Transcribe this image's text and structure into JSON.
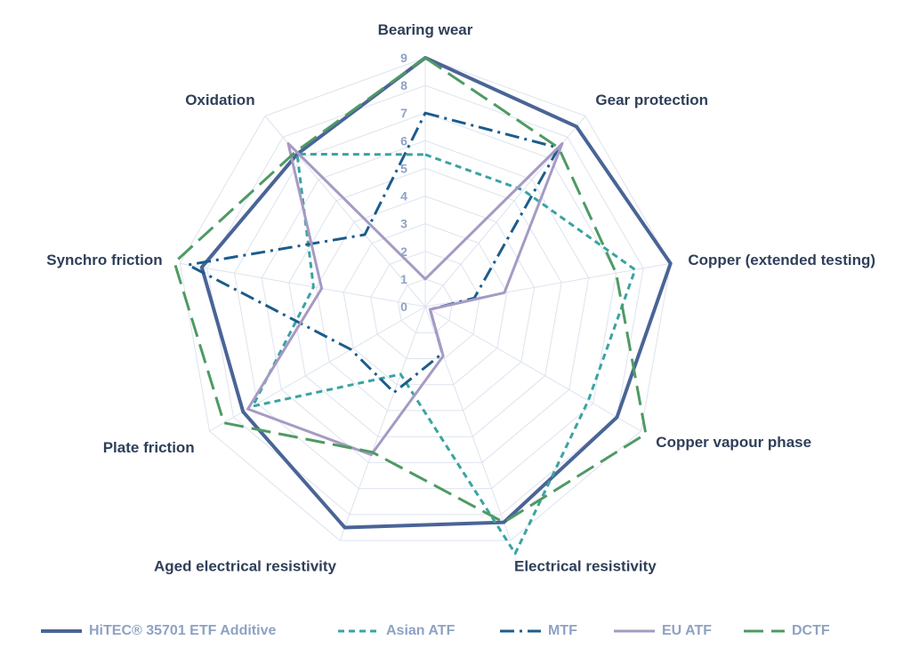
{
  "chart_data": {
    "type": "radar",
    "axes": [
      "Bearing wear",
      "Gear protection",
      "Copper (extended testing)",
      "Copper vapour phase",
      "Electrical resistivity",
      "Aged electrical resistivity",
      "Plate friction",
      "Synchro friction",
      "Oxidation"
    ],
    "r_range": [
      0,
      9
    ],
    "ticks": [
      "0",
      "1",
      "2",
      "3",
      "4",
      "5",
      "6",
      "7",
      "8",
      "9"
    ],
    "grid": true,
    "legend_position": "bottom",
    "series": [
      {
        "name": "HiTEC® 35701 ETF Additive",
        "values": [
          9,
          8.5,
          9,
          8,
          8.3,
          8.5,
          7.6,
          8.2,
          7.2
        ],
        "color": "#4a6496",
        "dash": "solid"
      },
      {
        "name": "Asian ATF",
        "values": [
          5.5,
          5.5,
          7.7,
          6.8,
          9.5,
          2.6,
          7.2,
          4.1,
          7.2
        ],
        "color": "#3aa3a3",
        "dash": "dash"
      },
      {
        "name": "MTF",
        "values": [
          7,
          7.5,
          1.8,
          0.2,
          1.8,
          3.3,
          3.1,
          8.7,
          3.4
        ],
        "color": "#1c5c8c",
        "dash": "dashdot"
      },
      {
        "name": "EU ATF",
        "values": [
          1,
          7.7,
          2.9,
          0.2,
          1.9,
          5.7,
          7.4,
          3.8,
          7.7
        ],
        "color": "#a69ac4",
        "dash": "solid"
      },
      {
        "name": "DCTF",
        "values": [
          9,
          7.5,
          7,
          9.2,
          8.3,
          5.6,
          8.4,
          9.2,
          7.3
        ],
        "color": "#4e9a64",
        "dash": "longdash"
      }
    ]
  }
}
